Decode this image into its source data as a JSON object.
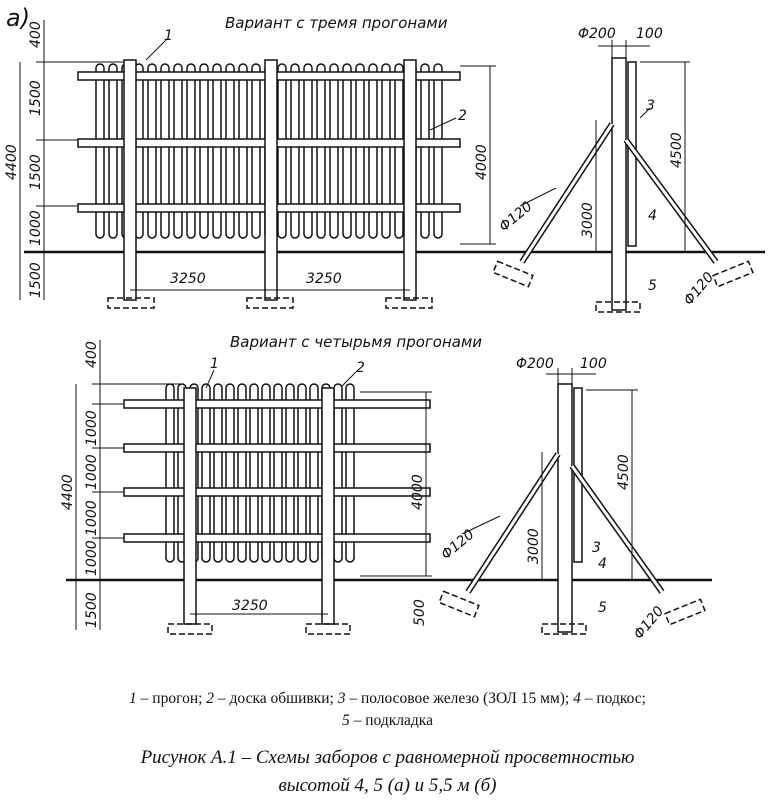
{
  "part_label": "а)",
  "top": {
    "title": "Вариант с тремя прогонами",
    "dims": {
      "top": "400",
      "s1": "1500",
      "s2": "1500",
      "s3": "1000",
      "total": "4400",
      "below": "1500",
      "span1": "3250",
      "span2": "3250",
      "height": "4000"
    },
    "callouts": [
      "1",
      "2"
    ],
    "side": {
      "diam_post": "Φ200",
      "gap": "100",
      "height": "4500",
      "brace": "Φ120",
      "depth": "3000",
      "brace2": "Φ120",
      "c3": "3",
      "c4": "4",
      "c5": "5"
    }
  },
  "bottom": {
    "title": "Вариант с четырьмя прогонами",
    "dims": {
      "top": "400",
      "s1": "1000",
      "s2": "1000",
      "s3": "1000",
      "s4": "1000",
      "total": "4400",
      "below": "1500",
      "span1": "3250",
      "height": "4000"
    },
    "callouts": [
      "1",
      "2"
    ],
    "side": {
      "diam_post": "Φ200",
      "gap": "100",
      "height": "4500",
      "brace": "Φ120",
      "depth": "3000",
      "foot": "500",
      "brace2": "Φ120",
      "c3": "3",
      "c4": "4",
      "c5": "5"
    }
  },
  "legend": {
    "n1": "1",
    "t1": " – прогон; ",
    "n2": "2",
    "t2": " – доска обшивки; ",
    "n3": "3",
    "t3": " – полосовое железо (ЗОЛ 15 мм); ",
    "n4": "4",
    "t4": " – подкос;",
    "n5": "5",
    "t5": " – подкладка"
  },
  "caption": {
    "line1": "Рисунок А.1 – Схемы заборов с равномерной просветностью",
    "line2": "высотой 4, 5 (а) и 5,5 м (б)"
  }
}
